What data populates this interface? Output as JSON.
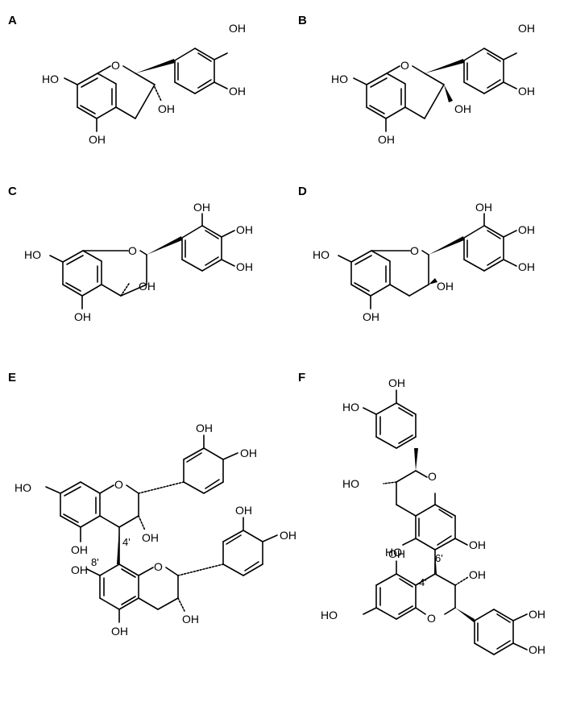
{
  "panels": [
    {
      "label": "A",
      "ring": "catechol",
      "c3": "alpha",
      "atoms": {
        "O": "O",
        "OH7": "HO",
        "OH5": "OH",
        "OH3": "OH",
        "OHa": "OH",
        "OHb": "OH"
      }
    },
    {
      "label": "B",
      "ring": "catechol",
      "c3": "beta",
      "atoms": {
        "O": "O",
        "OH7": "HO",
        "OH5": "OH",
        "OH3": "OH",
        "OHa": "OH",
        "OHb": "OH"
      }
    },
    {
      "label": "C",
      "ring": "pyrogallol",
      "c3": "alpha",
      "atoms": {
        "O": "O",
        "OH7": "HO",
        "OH5": "OH",
        "OH3": "OH",
        "OHa": "OH",
        "OHb": "OH",
        "OHc": "OH"
      }
    },
    {
      "label": "D",
      "ring": "pyrogallol",
      "c3": "beta",
      "atoms": {
        "O": "O",
        "OH7": "HO",
        "OH5": "OH",
        "OH3": "OH",
        "OHa": "OH",
        "OHb": "OH",
        "OHc": "OH"
      }
    },
    {
      "label": "E",
      "linkage": {
        "upper": "4'",
        "lower": "8'"
      },
      "atoms": {
        "O": "O",
        "HO": "HO",
        "OH": "OH"
      }
    },
    {
      "label": "F",
      "linkage": {
        "upper": "6'",
        "lower": "4'"
      },
      "atoms": {
        "O": "O",
        "HO": "HO",
        "OH": "OH"
      }
    }
  ],
  "colors": {
    "ink": "#000000",
    "background": "#ffffff"
  }
}
